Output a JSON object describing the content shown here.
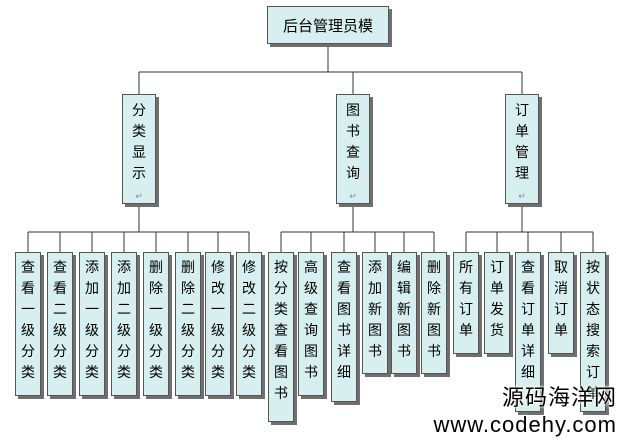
{
  "root": {
    "label": "后台管理员模"
  },
  "branches": [
    {
      "label": "分类显示",
      "children": [
        "查看一级分类",
        "查看二级分类",
        "添加一级分类",
        "添加二级分类",
        "删除一级分类",
        "删除二级分类",
        "修改一级分类",
        "修改二级分类"
      ]
    },
    {
      "label": "图书查询",
      "children": [
        "按分类查看图书",
        "高级查询图书",
        "查看图书详细",
        "添加新图书",
        "编辑新图书",
        "删除新图书"
      ]
    },
    {
      "label": "订单管理",
      "children": [
        "所有订单",
        "订单发货",
        "查看订单详细",
        "取消订单",
        "按状态搜索订单"
      ]
    }
  ],
  "paragraph_mark": "↵",
  "watermark": {
    "line1": "源码海洋网",
    "line2": "www.codehy.com"
  },
  "colors": {
    "box_fill": "#d8efef",
    "border": "#555555",
    "shadow": "#6f6f6f",
    "line": "#333333"
  }
}
